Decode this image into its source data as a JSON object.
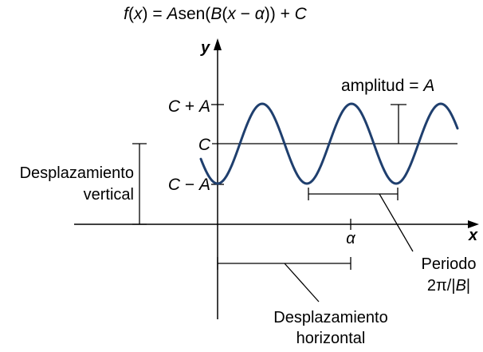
{
  "formula": {
    "f": "f",
    "x1": "x",
    "eq_sen": ") = ",
    "A": "A",
    "sen": "sen(",
    "B": "B",
    "open": "(",
    "x2": "x",
    "minus": " − ",
    "alpha": "α",
    "close": ")) + ",
    "C": "C",
    "paren1": "("
  },
  "axes": {
    "y_label": "y",
    "x_label": "x",
    "alpha_tick": "α"
  },
  "levels": {
    "C_plus_A_c": "C",
    "C_plus_A_op": " + ",
    "C_plus_A_a": "A",
    "C": "C",
    "C_minus_A_c": "C",
    "C_minus_A_op": " − ",
    "C_minus_A_a": "A"
  },
  "amplitude": {
    "text": "amplitud = ",
    "symbol": "A"
  },
  "vertical_shift": {
    "line1": "Desplazamiento",
    "line2": "vertical"
  },
  "period": {
    "line1": "Periodo",
    "line2_a": "2π/|",
    "line2_b": "B",
    "line2_c": "|"
  },
  "horizontal_shift": {
    "line1": "Desplazamiento",
    "line2": "horizontal"
  },
  "colors": {
    "curve": "#1f3f6e",
    "ink": "#000000"
  }
}
